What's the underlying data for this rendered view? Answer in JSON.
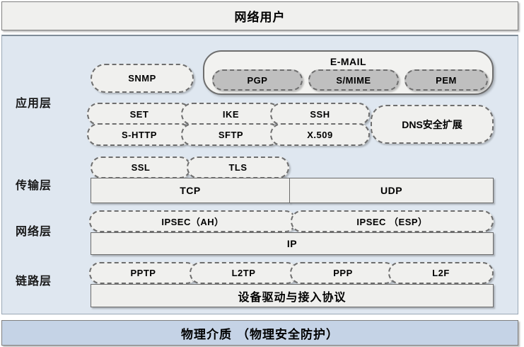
{
  "diagram": {
    "title_top": "网络用户",
    "title_bottom": "物理介质 （物理安全防护）",
    "colors": {
      "panel_bg": "#dfe7f0",
      "top_bar_bg": "#f0f0ee",
      "bottom_bar_bg": "#c5d3e6",
      "shape_fill": "#f0f0ee",
      "shape_fill_gray": "#bfbfbf",
      "border": "#6e6e6e"
    }
  },
  "layers": [
    {
      "name": "应用层",
      "groups": {
        "snmp": "SNMP",
        "email_title": "E-MAIL",
        "email_items": [
          "PGP",
          "S/MIME",
          "PEM"
        ],
        "protocol_grid": [
          [
            "SET",
            "IKE",
            "SSH"
          ],
          [
            "S-HTTP",
            "SFTP",
            "X.509"
          ]
        ],
        "dns": "DNS安全扩展"
      }
    },
    {
      "name": "传输层",
      "security": [
        "SSL",
        "TLS"
      ],
      "base": [
        "TCP",
        "UDP"
      ]
    },
    {
      "name": "网络层",
      "security": [
        "IPSEC（AH）",
        "IPSEC （ESP）"
      ],
      "base": [
        "IP"
      ]
    },
    {
      "name": "链路层",
      "security": [
        "PPTP",
        "L2TP",
        "PPP",
        "L2F"
      ],
      "base": [
        "设备驱动与接入协议"
      ]
    }
  ]
}
